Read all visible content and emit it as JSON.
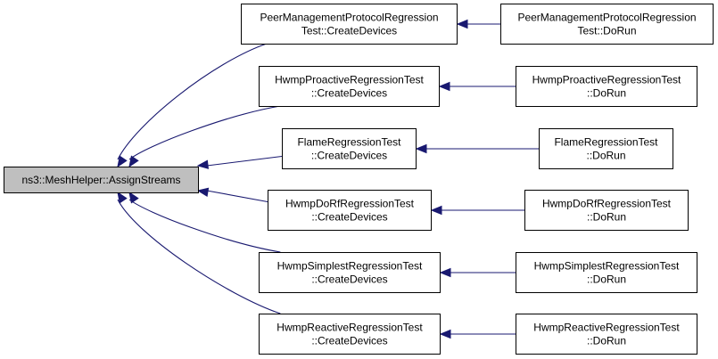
{
  "graph": {
    "root": {
      "id": "root",
      "lines": [
        "ns3::MeshHelper::AssignStreams"
      ]
    },
    "callers": [
      {
        "id": "peer",
        "lines": [
          "PeerManagementProtocolRegression",
          "Test::CreateDevices"
        ]
      },
      {
        "id": "proactive",
        "lines": [
          "HwmpProactiveRegressionTest",
          "::CreateDevices"
        ]
      },
      {
        "id": "flame",
        "lines": [
          "FlameRegressionTest",
          "::CreateDevices"
        ]
      },
      {
        "id": "dorf",
        "lines": [
          "HwmpDoRfRegressionTest",
          "::CreateDevices"
        ]
      },
      {
        "id": "simplest",
        "lines": [
          "HwmpSimplestRegressionTest",
          "::CreateDevices"
        ]
      },
      {
        "id": "reactive",
        "lines": [
          "HwmpReactiveRegressionTest",
          "::CreateDevices"
        ]
      }
    ],
    "runners": [
      {
        "id": "peer",
        "lines": [
          "PeerManagementProtocolRegression",
          "Test::DoRun"
        ]
      },
      {
        "id": "proactive",
        "lines": [
          "HwmpProactiveRegressionTest",
          "::DoRun"
        ]
      },
      {
        "id": "flame",
        "lines": [
          "FlameRegressionTest",
          "::DoRun"
        ]
      },
      {
        "id": "dorf",
        "lines": [
          "HwmpDoRfRegressionTest",
          "::DoRun"
        ]
      },
      {
        "id": "simplest",
        "lines": [
          "HwmpSimplestRegressionTest",
          "::DoRun"
        ]
      },
      {
        "id": "reactive",
        "lines": [
          "HwmpReactiveRegressionTest",
          "::DoRun"
        ]
      }
    ],
    "colors": {
      "edge": "#191970",
      "root_fill": "#bfbfbf",
      "node_fill": "#ffffff",
      "border": "#000000"
    }
  }
}
